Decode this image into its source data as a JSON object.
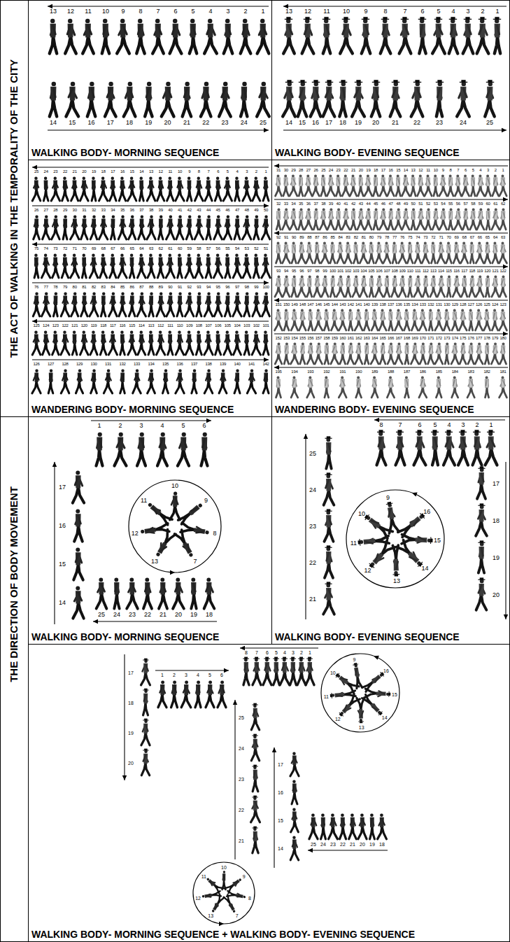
{
  "diagram": {
    "nodes": [
      {
        "text": [
          "THE ACT OF WALKING IN THE TEMPORALITY OF THE CITY"
        ]
      },
      {
        "text": [
          "WALKING BODY- MORNING SEQUENCE"
        ],
        "in": 0
      },
      {
        "text": [
          "WALKING BODY- EVENING SEQUENCE"
        ],
        "in": 0
      },
      {
        "text": [
          "WANDERING BODY- MORNING SEQUENCE"
        ],
        "in": 0
      },
      {
        "text": [
          "WANDERING BODY- EVENING SEQUENCE"
        ],
        "in": 0
      },
      {
        "text": [
          "THE DIRECTION OF BODY MOVEMENT"
        ]
      },
      {
        "text": [
          "WALKING BODY- MORNING SEQUENCE"
        ],
        "in": 5
      },
      {
        "text": [
          "WALKING BODY- EVENING SEQUENCE"
        ],
        "in": 5
      },
      {
        "text": [
          "WALKING BODY- MORNING SEQUENCE + WALKING BODY- EVENING SEQUENCE"
        ],
        "in": 5
      }
    ],
    "labels": [
      "13",
      "12",
      "11",
      "10",
      "9",
      "8",
      "7",
      "6",
      "5",
      "4",
      "3",
      "2",
      "1",
      "14",
      "15",
      "16",
      "17",
      "18",
      "19",
      "20",
      "21",
      "22",
      "23",
      "24",
      "25",
      "13",
      "12",
      "11",
      "10",
      "9",
      "8",
      "7",
      "6",
      "5",
      "4",
      "3",
      "2",
      "1",
      "14",
      "15",
      "16",
      "17",
      "18",
      "19",
      "20",
      "21",
      "22",
      "23",
      "24",
      "25",
      "25",
      "24",
      "23",
      "22",
      "21",
      "20",
      "19",
      "18",
      "17",
      "16",
      "15",
      "14",
      "13",
      "12",
      "11",
      "10",
      "9",
      "8",
      "7",
      "6",
      "5",
      "4",
      "3",
      "2",
      "1",
      "26",
      "27",
      "28",
      "29",
      "30",
      "31",
      "32",
      "33",
      "34",
      "35",
      "36",
      "37",
      "38",
      "39",
      "40",
      "41",
      "42",
      "43",
      "44",
      "45",
      "46",
      "47",
      "48",
      "49",
      "50",
      "75",
      "74",
      "73",
      "72",
      "71",
      "70",
      "69",
      "68",
      "67",
      "66",
      "65",
      "64",
      "63",
      "62",
      "61",
      "60",
      "59",
      "58",
      "57",
      "56",
      "55",
      "54",
      "53",
      "52",
      "51",
      "76",
      "77",
      "78",
      "79",
      "80",
      "81",
      "82",
      "83",
      "84",
      "85",
      "86",
      "87",
      "88",
      "89",
      "90",
      "91",
      "92",
      "93",
      "94",
      "95",
      "96",
      "97",
      "98",
      "99",
      "100",
      "125",
      "124",
      "123",
      "122",
      "121",
      "120",
      "119",
      "118",
      "117",
      "116",
      "115",
      "114",
      "113",
      "112",
      "111",
      "110",
      "109",
      "108",
      "107",
      "106",
      "105",
      "104",
      "103",
      "102",
      "101",
      "126",
      "127",
      "128",
      "129",
      "130",
      "131",
      "132",
      "133",
      "134",
      "135",
      "136",
      "137",
      "138",
      "139",
      "140",
      "141",
      "142",
      "31",
      "30",
      "29",
      "28",
      "27",
      "26",
      "25",
      "24",
      "23",
      "22",
      "21",
      "20",
      "19",
      "18",
      "17",
      "16",
      "15",
      "14",
      "13",
      "12",
      "11",
      "10",
      "9",
      "8",
      "7",
      "6",
      "5",
      "4",
      "3",
      "2",
      "1",
      "32",
      "33",
      "34",
      "35",
      "36",
      "37",
      "38",
      "39",
      "40",
      "41",
      "42",
      "43",
      "44",
      "45",
      "46",
      "47",
      "48",
      "49",
      "50",
      "51",
      "52",
      "53",
      "54",
      "55",
      "56",
      "57",
      "58",
      "59",
      "60",
      "61",
      "62",
      "92",
      "91",
      "90",
      "89",
      "88",
      "87",
      "86",
      "85",
      "84",
      "83",
      "82",
      "81",
      "80",
      "79",
      "78",
      "77",
      "76",
      "75",
      "74",
      "73",
      "72",
      "71",
      "70",
      "69",
      "68",
      "67",
      "66",
      "65",
      "64",
      "63",
      "93",
      "94",
      "95",
      "96",
      "97",
      "98",
      "99",
      "100",
      "101",
      "102",
      "103",
      "104",
      "105",
      "106",
      "107",
      "108",
      "109",
      "110",
      "111",
      "112",
      "113",
      "114",
      "115",
      "116",
      "117",
      "118",
      "119",
      "120",
      "121",
      "122",
      "151",
      "150",
      "149",
      "148",
      "147",
      "146",
      "145",
      "144",
      "143",
      "142",
      "141",
      "140",
      "139",
      "138",
      "137",
      "136",
      "135",
      "134",
      "133",
      "132",
      "131",
      "130",
      "129",
      "128",
      "127",
      "126",
      "125",
      "124",
      "123",
      "152",
      "153",
      "154",
      "155",
      "156",
      "157",
      "158",
      "159",
      "160",
      "161",
      "162",
      "163",
      "164",
      "165",
      "166",
      "167",
      "168",
      "169",
      "170",
      "171",
      "172",
      "173",
      "174",
      "175",
      "176",
      "177",
      "178",
      "179",
      "180",
      "195",
      "194",
      "193",
      "192",
      "191",
      "190",
      "189",
      "188",
      "187",
      "186",
      "185",
      "184",
      "183",
      "182",
      "181",
      "1",
      "2",
      "3",
      "4",
      "5",
      "6",
      "7",
      "8",
      "9",
      "10",
      "11",
      "12",
      "13",
      "17",
      "16",
      "15",
      "14",
      "25",
      "24",
      "23",
      "22",
      "21",
      "20",
      "19",
      "18",
      "8",
      "7",
      "6",
      "5",
      "4",
      "3",
      "2",
      "1",
      "25",
      "24",
      "23",
      "22",
      "21",
      "17",
      "18",
      "19",
      "20",
      "9",
      "10",
      "11",
      "12",
      "13",
      "14",
      "15",
      "16",
      "17",
      "18",
      "19",
      "20",
      "1",
      "2",
      "3",
      "4",
      "5",
      "6",
      "8",
      "7",
      "6",
      "5",
      "4",
      "3",
      "2",
      "1",
      "9",
      "10",
      "11",
      "12",
      "13",
      "14",
      "15",
      "16",
      "25",
      "24",
      "23",
      "22",
      "21",
      "17",
      "16",
      "15",
      "14",
      "25",
      "24",
      "23",
      "22",
      "21",
      "20",
      "19",
      "18",
      "7",
      "8",
      "9",
      "10",
      "11",
      "12",
      "13"
    ]
  }
}
